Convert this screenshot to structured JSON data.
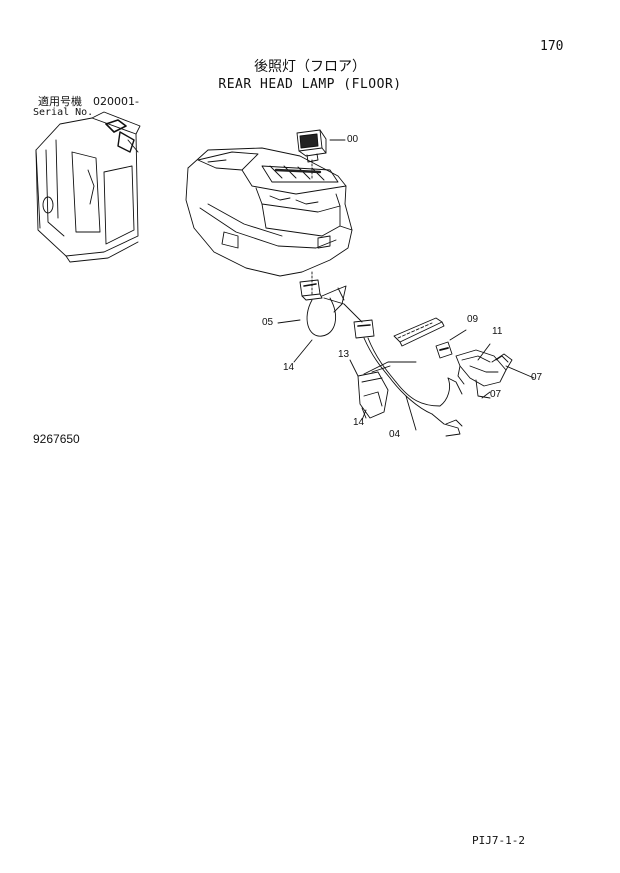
{
  "header": {
    "page_number": "170",
    "title_jp": "後照灯（フロア）",
    "title_en": "REAR HEAD LAMP (FLOOR)"
  },
  "serial": {
    "label_jp": "適用号機　020001-",
    "label_en": "Serial No."
  },
  "figure": {
    "number": "9267650",
    "callouts": {
      "c00": "00",
      "c05": "05",
      "c14a": "14",
      "c09": "09",
      "c11": "11",
      "c13": "13",
      "c07a": "07",
      "c07b": "07",
      "c14b": "14",
      "c04": "04"
    }
  },
  "footer": {
    "page_code": "PIJ7-1-2"
  },
  "colors": {
    "ink": "#111111",
    "paper": "#ffffff"
  }
}
